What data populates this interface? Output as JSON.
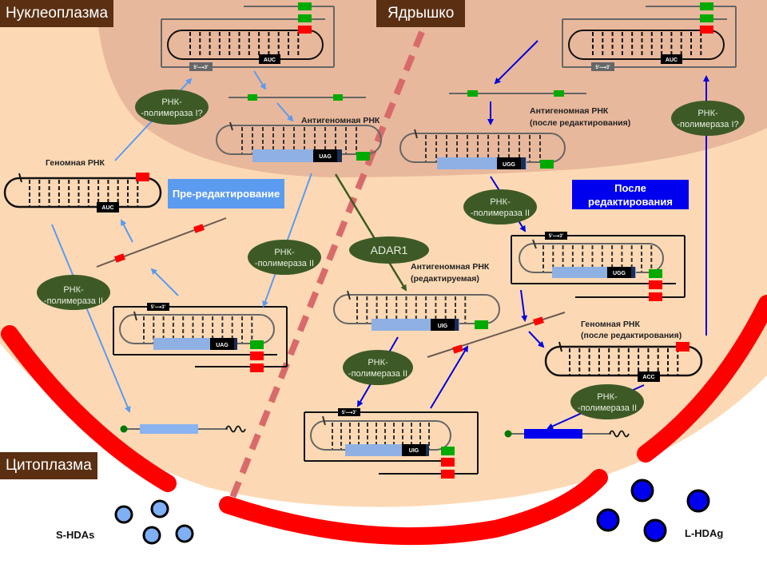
{
  "regions": {
    "nucleoplasm": "Нуклеоплазма",
    "nucleolus": "Ядрышко",
    "cytoplasm": "Цитоплазма"
  },
  "phases": {
    "pre_editing": "Пре-редактирование",
    "post_editing_line1": "После",
    "post_editing_line2": "редактирования"
  },
  "rna_labels": {
    "genomic": "Геномная РНК",
    "antigenomic": "Антигеномная РНК",
    "antigenomic_post_line1": "Антигеномная РНК",
    "antigenomic_post_line2": "(после редактирования)",
    "antigenomic_editing_line1": "Антигеномная РНК",
    "antigenomic_editing_line2": "(редактируемая)",
    "genomic_post_line1": "Геномная РНК",
    "genomic_post_line2": "(после редактирования)"
  },
  "enzymes": {
    "pol_line1": "РНК-",
    "pol1_line2": "-полимераза I?",
    "pol2_line2": "-полимераза II",
    "adar": "ADAR1"
  },
  "codons": {
    "auc": "AUC",
    "uag": "UAG",
    "ugg": "UGG",
    "uig": "UIG",
    "acc": "ACC"
  },
  "direction_tag": "5'⟶3'",
  "proteins": {
    "small": "S-HDAs",
    "large": "L-HDAg"
  },
  "colors": {
    "cytoplasm_bg": "#fcd9b4",
    "nucleolus_bg": "#e8b89c",
    "membrane": "#ff0000",
    "enzyme_oval": "#3d5a26",
    "pre_arrow": "#5b9bf0",
    "post_arrow": "#0000dd",
    "pre_box": "#5b9bf0",
    "post_box": "#0000ee",
    "region_label_bg": "#5a2f12"
  }
}
